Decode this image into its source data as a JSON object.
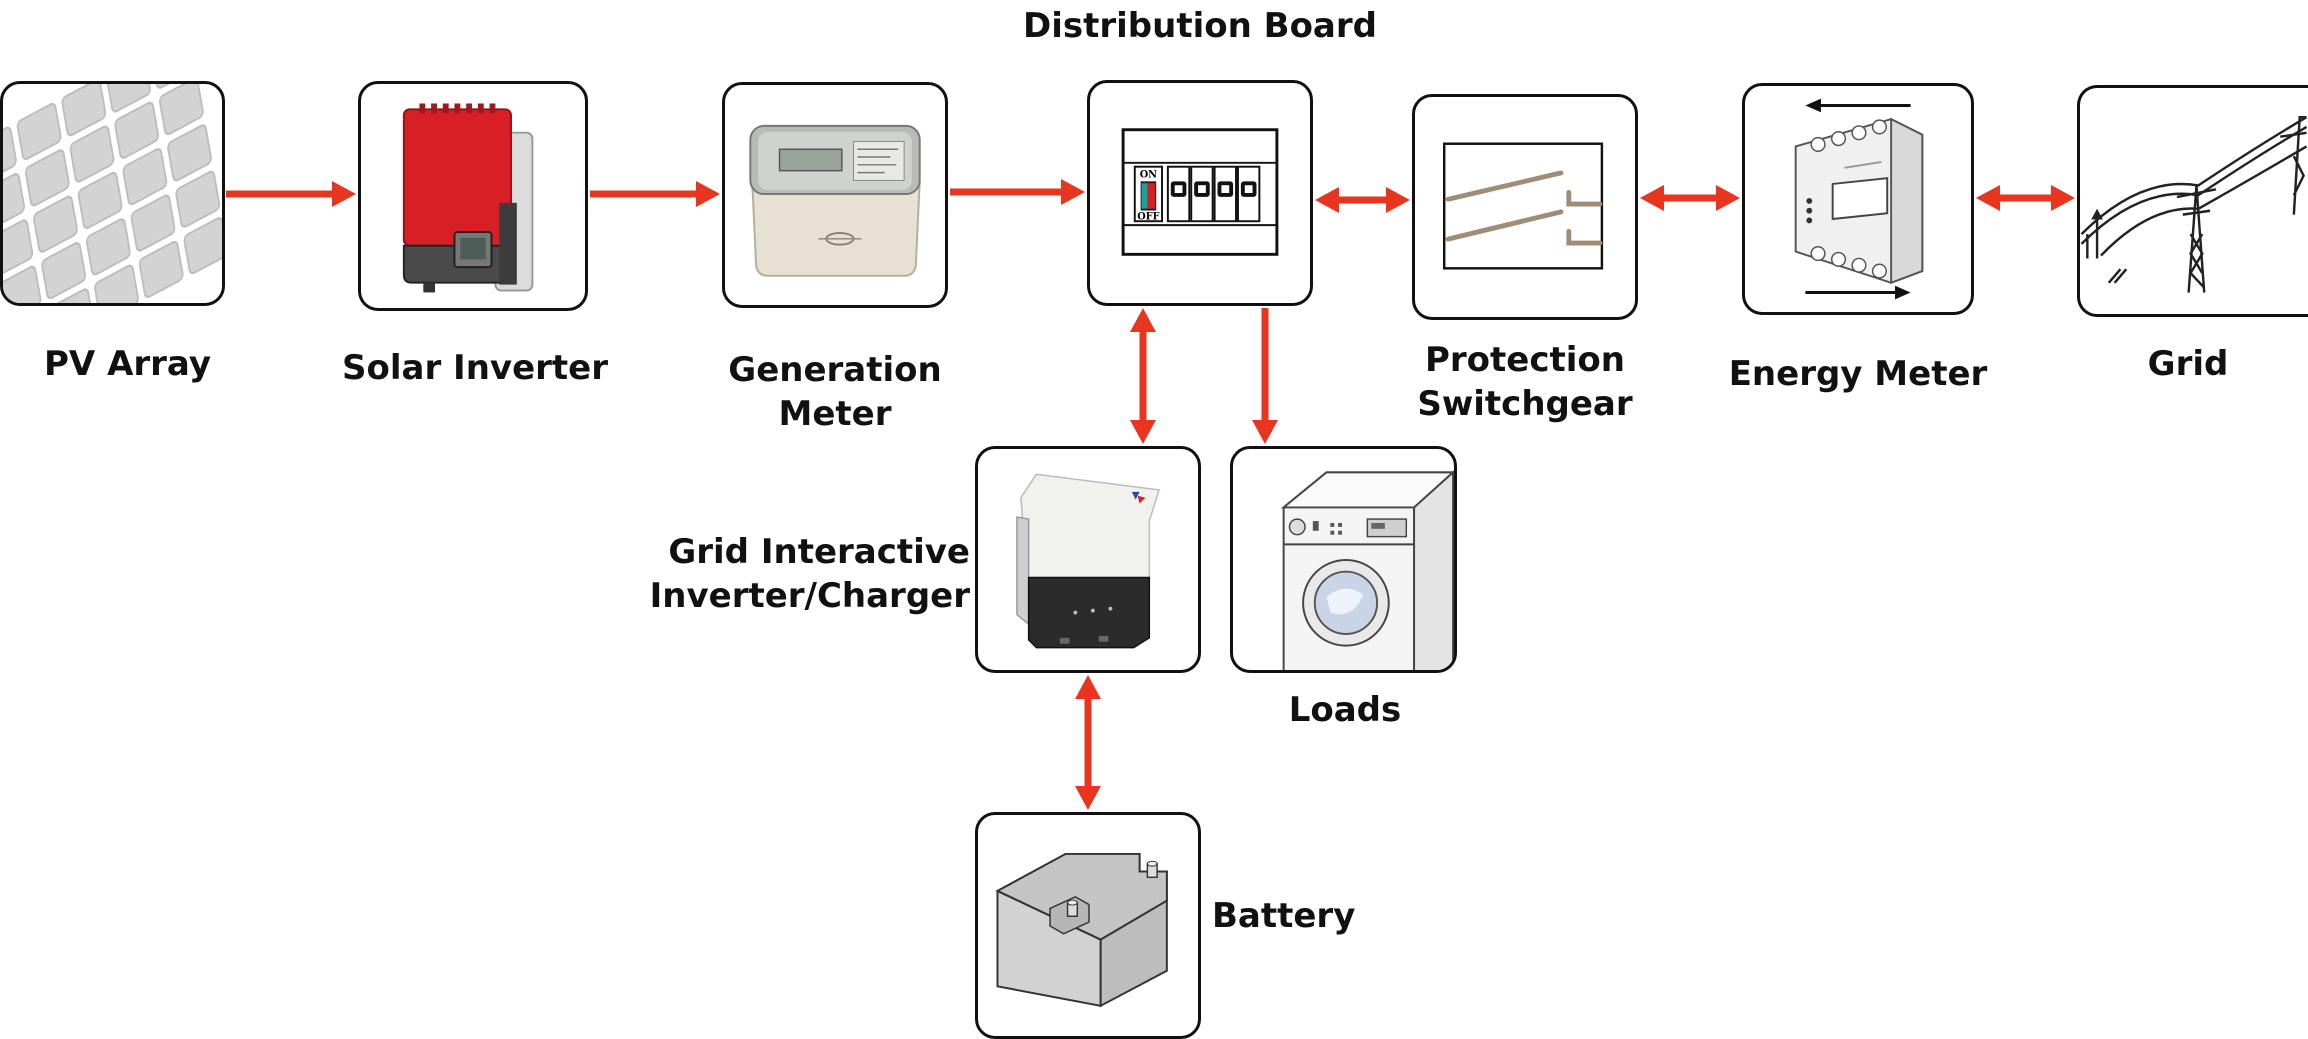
{
  "labels": {
    "pv_array": "PV Array",
    "solar_inverter": "Solar Inverter",
    "generation_meter": [
      "Generation",
      "Meter"
    ],
    "distribution_board": "Distribution Board",
    "protection_switchgear": [
      "Protection",
      "Switchgear"
    ],
    "energy_meter": "Energy Meter",
    "grid": "Grid",
    "grid_interactive_inverter": [
      "Grid Interactive",
      "Inverter/Charger"
    ],
    "loads": "Loads",
    "battery": "Battery"
  },
  "switch_text": {
    "on": "ON",
    "off": "OFF"
  },
  "colors": {
    "arrow": "#e8351f",
    "border": "#111111",
    "inverter_red": "#d81f26"
  }
}
